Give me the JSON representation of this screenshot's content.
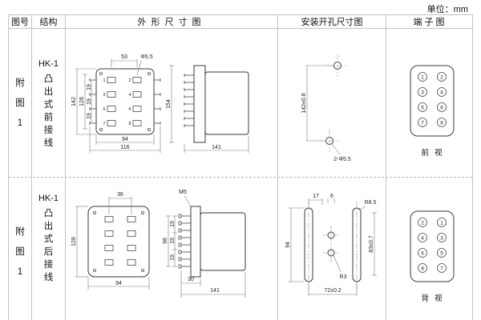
{
  "page": {
    "unit_label": "单位：mm"
  },
  "table": {
    "headers": {
      "fig": "图号",
      "structure": "结构",
      "outline": "外形尺寸图",
      "mounting": "安装开孔尺寸图",
      "terminal": "端子图"
    }
  },
  "rows": [
    {
      "fig_no": "附图1",
      "model": "HK-1",
      "structure": "凸出式前接线",
      "outline": {
        "top_width": "53",
        "hole_dia": "Φ5.5",
        "height_outer": "142",
        "height_inner": "128",
        "pitch": [
          "19",
          "19",
          "19"
        ],
        "bottom_inner": "94",
        "bottom_outer": "116",
        "side_height": "154",
        "side_depth": "141",
        "terminals": [
          "1",
          "2",
          "3",
          "4",
          "5",
          "6",
          "7",
          "8"
        ]
      },
      "mounting": {
        "hole_spacing": "142±0.8",
        "holes_label": "2-Φ5.5"
      },
      "terminal": {
        "left": [
          "1",
          "3",
          "5",
          "7"
        ],
        "right": [
          "2",
          "4",
          "6",
          "8"
        ],
        "view_label": "前视"
      }
    },
    {
      "fig_no": "附图1",
      "model": "HK-1",
      "structure": "凸出式后接线",
      "outline": {
        "top_width": "36",
        "height_outer": "128",
        "bottom_width": "94",
        "screw_label": "M5",
        "side_height": "98",
        "pitch": [
          "19",
          "19",
          "19"
        ],
        "block_depth": "30",
        "side_depth": "141"
      },
      "mounting": {
        "offset": "17",
        "hole_dia": "6",
        "slot_radius": "R8.5",
        "slot_length": "94",
        "hole_spacing_v": "83±0.7",
        "hole_radius": "R3",
        "hole_spacing_h": "72±0.2"
      },
      "terminal": {
        "left": [
          "2",
          "4",
          "6",
          "8"
        ],
        "right": [
          "1",
          "3",
          "5",
          "7"
        ],
        "view_label": "背视"
      }
    }
  ]
}
